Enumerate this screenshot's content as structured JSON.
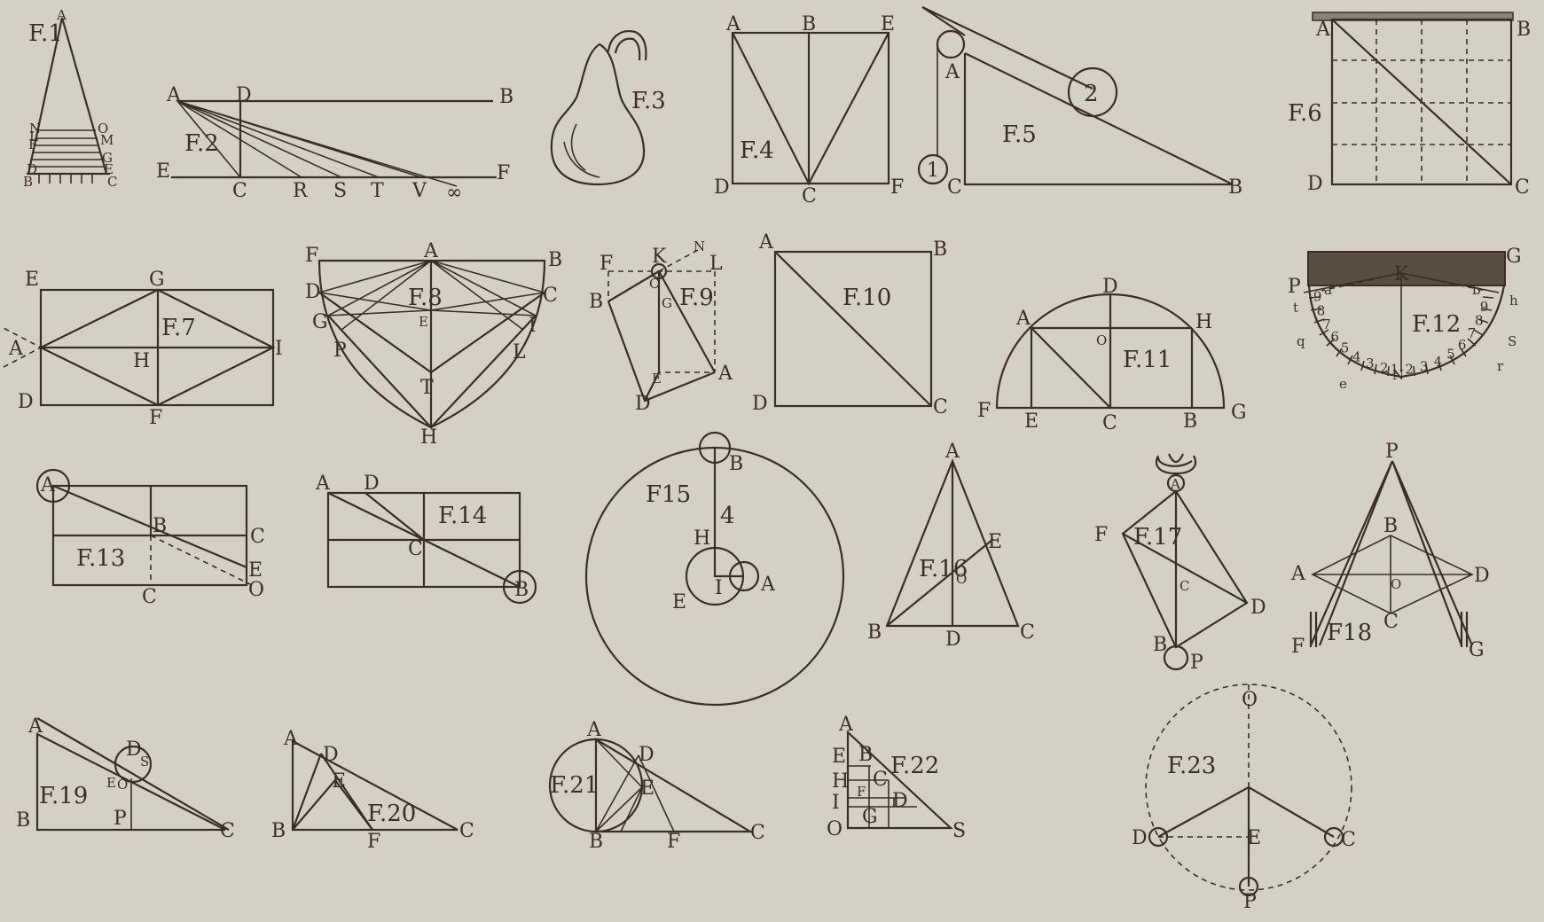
{
  "figures": {
    "f1": {
      "title": "F.1",
      "a": "A",
      "n": "N",
      "l": "L",
      "f": "F",
      "d": "D",
      "b": "B",
      "o": "O",
      "m": "M",
      "g": "G",
      "e": "E",
      "c": "C"
    },
    "f2": {
      "title": "F.2",
      "a": "A",
      "d": "D",
      "b": "B",
      "e": "E",
      "c": "C",
      "r": "R",
      "s": "S",
      "t": "T",
      "v": "V",
      "inf": "∞",
      "f": "F"
    },
    "f3": {
      "title": "F.3"
    },
    "f4": {
      "title": "F.4",
      "a": "A",
      "b": "B",
      "e": "E",
      "d": "D",
      "c": "C",
      "f": "F"
    },
    "f5": {
      "title": "F.5",
      "a": "A",
      "c": "C",
      "b": "B",
      "w1": "1",
      "w2": "2"
    },
    "f6": {
      "title": "F.6",
      "a": "A",
      "b": "B",
      "c": "C",
      "d": "D"
    },
    "f7": {
      "title": "F.7",
      "e": "E",
      "g": "G",
      "a": "A",
      "h": "H",
      "i": "I",
      "d": "D",
      "f": "F"
    },
    "f8": {
      "title": "F.8",
      "f": "F",
      "a": "A",
      "b": "B",
      "d": "D",
      "c": "C",
      "g": "G",
      "i": "I",
      "e": "E",
      "p": "P",
      "l": "L",
      "t": "T",
      "h": "H"
    },
    "f9": {
      "title": "F.9",
      "k": "K",
      "n": "N",
      "f": "F",
      "l": "L",
      "c": "C",
      "b": "B",
      "g": "G",
      "e": "E",
      "a": "A",
      "d": "D"
    },
    "f10": {
      "title": "F.10",
      "a": "A",
      "b": "B",
      "d": "D",
      "c": "C"
    },
    "f11": {
      "title": "F.11",
      "d": "D",
      "a": "A",
      "h": "H",
      "o": "O",
      "f": "F",
      "e": "E",
      "c": "C",
      "b": "B",
      "g": "G"
    },
    "f12": {
      "title": "F.12",
      "k": "K",
      "p": "P",
      "g": "G",
      "a": "a",
      "b": "b",
      "h": "h",
      "t": "t",
      "q": "q",
      "e": "e",
      "s": "S",
      "r": "r",
      "n": "N",
      "scale_left": [
        "9",
        "8",
        "7",
        "6",
        "5",
        "4",
        "3",
        "2"
      ],
      "scale_right": [
        "1",
        "2",
        "3",
        "4",
        "5",
        "6",
        "7",
        "8",
        "9"
      ]
    },
    "f13": {
      "title": "F.13",
      "a": "A",
      "b": "B",
      "c": "C",
      "e": "E",
      "o": "O",
      "c2": "C"
    },
    "f14": {
      "title": "F.14",
      "a": "A",
      "d": "D",
      "c": "C",
      "b": "B"
    },
    "f15": {
      "title": "F15",
      "b": "B",
      "num": "4",
      "h": "H",
      "a": "A",
      "i": "I",
      "e": "E"
    },
    "f16": {
      "title": "F.16",
      "a": "A",
      "e": "E",
      "o": "O",
      "b": "B",
      "d": "D",
      "c": "C"
    },
    "f17": {
      "title": "F.17",
      "a": "A",
      "f": "F",
      "c": "C",
      "d": "D",
      "b": "B",
      "p": "P"
    },
    "f18": {
      "title": "F18",
      "p": "P",
      "b": "B",
      "a": "A",
      "o": "O",
      "d": "D",
      "c": "C",
      "f": "F",
      "g": "G"
    },
    "f19": {
      "title": "F.19",
      "a": "A",
      "d": "D",
      "s": "S",
      "e": "E",
      "o": "O",
      "b": "B",
      "p": "P",
      "c": "C"
    },
    "f20": {
      "title": "F.20",
      "a": "A",
      "d": "D",
      "e": "E",
      "b": "B",
      "f": "F",
      "c": "C"
    },
    "f21": {
      "title": "F.21",
      "a": "A",
      "d": "D",
      "e": "E",
      "b": "B",
      "f": "F",
      "c": "C"
    },
    "f22": {
      "title": "F.22",
      "a": "A",
      "e": "E",
      "b": "B",
      "h": "H",
      "c": "C",
      "f": "F",
      "i": "I",
      "d": "D",
      "g": "G",
      "o": "O",
      "s": "S"
    },
    "f23": {
      "title": "F.23",
      "o": "O",
      "d": "D",
      "e": "E",
      "c": "C",
      "p": "P"
    }
  }
}
